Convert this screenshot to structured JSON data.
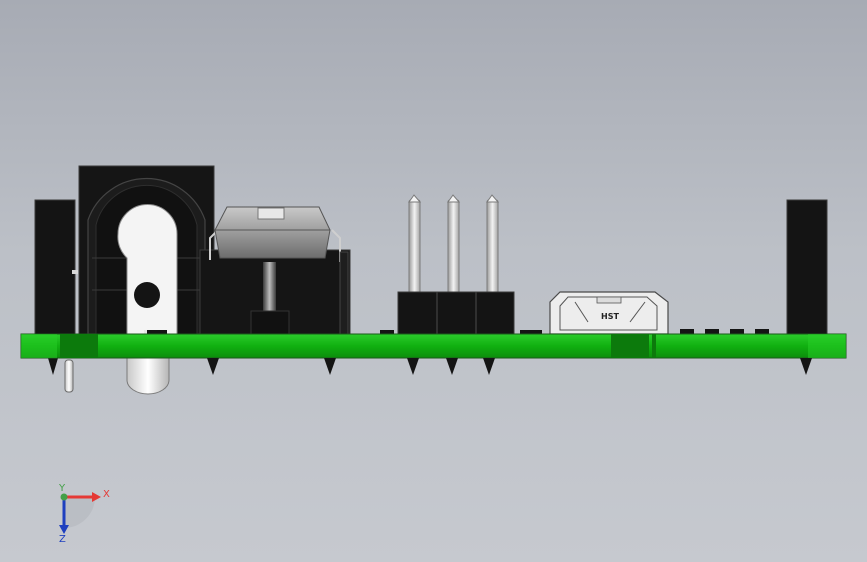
{
  "model_view": {
    "usb_connector_marking": "HST"
  },
  "triad": {
    "x_label": "X",
    "y_label": "Y",
    "z_label": "Z",
    "x_color": "#e53935",
    "y_color": "#43a047",
    "z_color": "#1e3fbf"
  },
  "colors": {
    "pcb_green": "#11b011",
    "component_black": "#161616",
    "pin_silver": "#e2e2e2"
  }
}
